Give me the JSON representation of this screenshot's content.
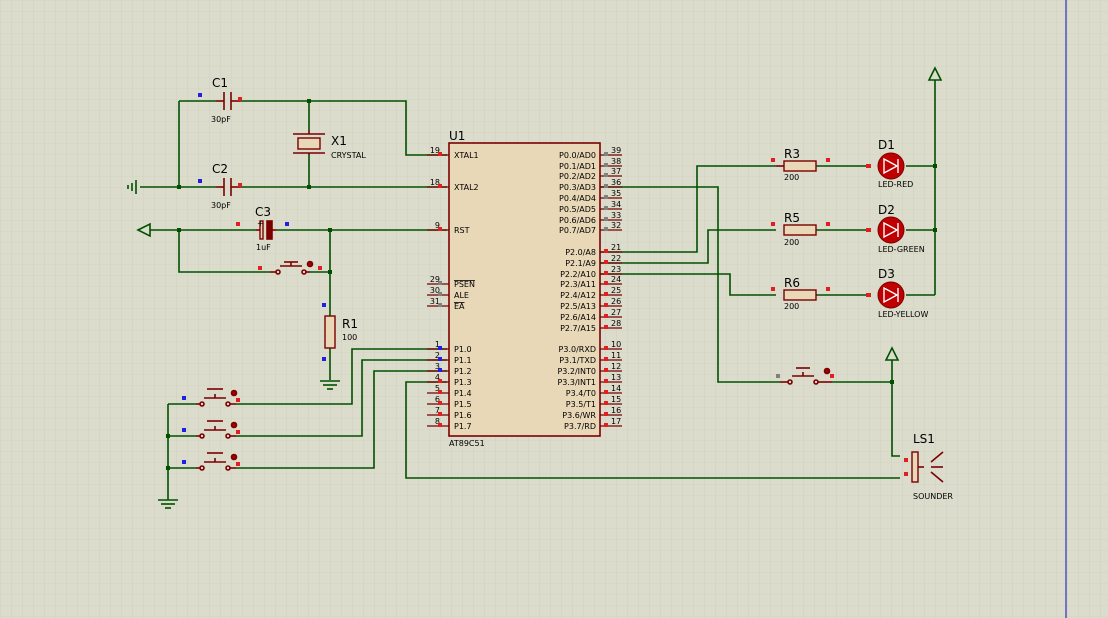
{
  "chip": {
    "ref": "U1",
    "part": "AT89C51",
    "left_pins": [
      {
        "num": "19",
        "name": "XTAL1"
      },
      {
        "num": "18",
        "name": "XTAL2"
      },
      {
        "num": "9",
        "name": "RST"
      },
      {
        "num": "29",
        "name": "PSEN"
      },
      {
        "num": "30",
        "name": "ALE"
      },
      {
        "num": "31",
        "name": "EA"
      },
      {
        "num": "1",
        "name": "P1.0"
      },
      {
        "num": "2",
        "name": "P1.1"
      },
      {
        "num": "3",
        "name": "P1.2"
      },
      {
        "num": "4",
        "name": "P1.3"
      },
      {
        "num": "5",
        "name": "P1.4"
      },
      {
        "num": "6",
        "name": "P1.5"
      },
      {
        "num": "7",
        "name": "P1.6"
      },
      {
        "num": "8",
        "name": "P1.7"
      }
    ],
    "right_pins": [
      {
        "num": "39",
        "name": "P0.0/AD0"
      },
      {
        "num": "38",
        "name": "P0.1/AD1"
      },
      {
        "num": "37",
        "name": "P0.2/AD2"
      },
      {
        "num": "36",
        "name": "P0.3/AD3"
      },
      {
        "num": "35",
        "name": "P0.4/AD4"
      },
      {
        "num": "34",
        "name": "P0.5/AD5"
      },
      {
        "num": "33",
        "name": "P0.6/AD6"
      },
      {
        "num": "32",
        "name": "P0.7/AD7"
      },
      {
        "num": "21",
        "name": "P2.0/A8"
      },
      {
        "num": "22",
        "name": "P2.1/A9"
      },
      {
        "num": "23",
        "name": "P2.2/A10"
      },
      {
        "num": "24",
        "name": "P2.3/A11"
      },
      {
        "num": "25",
        "name": "P2.4/A12"
      },
      {
        "num": "26",
        "name": "P2.5/A13"
      },
      {
        "num": "27",
        "name": "P2.6/A14"
      },
      {
        "num": "28",
        "name": "P2.7/A15"
      },
      {
        "num": "10",
        "name": "P3.0/RXD"
      },
      {
        "num": "11",
        "name": "P3.1/TXD"
      },
      {
        "num": "12",
        "name": "P3.2/INT0"
      },
      {
        "num": "13",
        "name": "P3.3/INT1"
      },
      {
        "num": "14",
        "name": "P3.4/T0"
      },
      {
        "num": "15",
        "name": "P3.5/T1"
      },
      {
        "num": "16",
        "name": "P3.6/WR"
      },
      {
        "num": "17",
        "name": "P3.7/RD"
      }
    ]
  },
  "components": {
    "c1": {
      "ref": "C1",
      "value": "30pF"
    },
    "c2": {
      "ref": "C2",
      "value": "30pF"
    },
    "c3": {
      "ref": "C3",
      "value": "1uF"
    },
    "x1": {
      "ref": "X1",
      "value": "CRYSTAL"
    },
    "r1": {
      "ref": "R1",
      "value": "100"
    },
    "r3": {
      "ref": "R3",
      "value": "200"
    },
    "r5": {
      "ref": "R5",
      "value": "200"
    },
    "r6": {
      "ref": "R6",
      "value": "200"
    },
    "d1": {
      "ref": "D1",
      "value": "LED-RED"
    },
    "d2": {
      "ref": "D2",
      "value": "LED-GREEN"
    },
    "d3": {
      "ref": "D3",
      "value": "LED-YELLOW"
    },
    "ls1": {
      "ref": "LS1",
      "value": "SOUNDER"
    }
  },
  "colors": {
    "background": "#dcdccc",
    "grid": "#c6c6b4",
    "wire": "#005000",
    "component": "#7a0000",
    "chip_fill": "#e8d8b8",
    "pin_red": "#e02020",
    "pin_blue": "#2020e0"
  }
}
